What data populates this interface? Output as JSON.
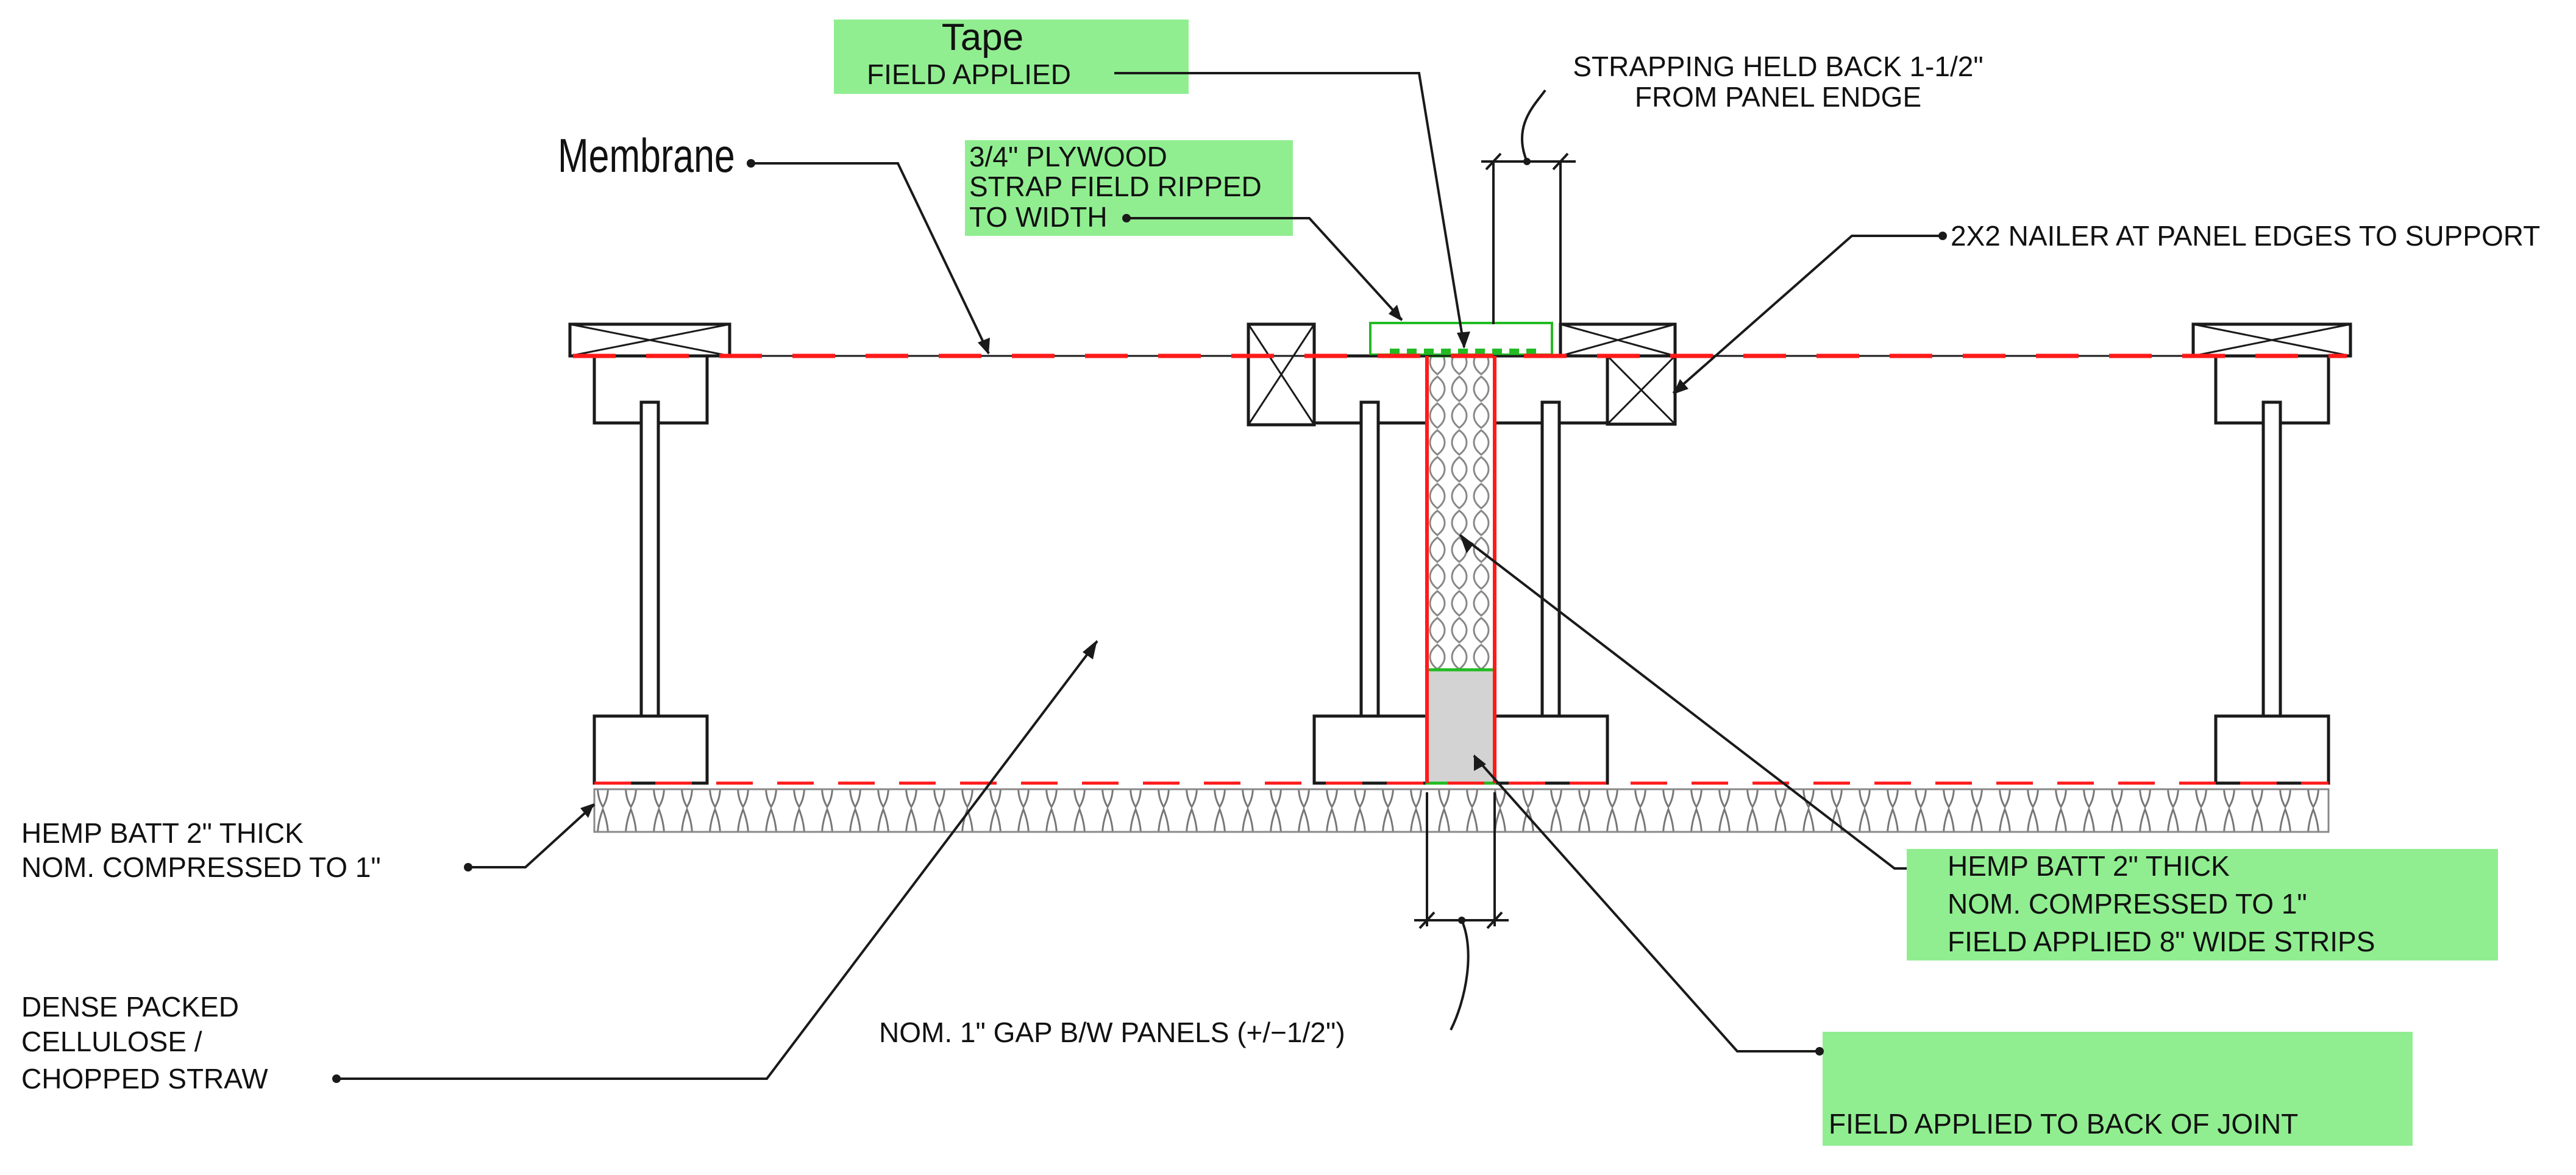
{
  "labels": {
    "tape_title": "Tape",
    "tape_sub": "FIELD APPLIED",
    "membrane": "Membrane",
    "plywood": [
      "3/4\" PLYWOOD",
      "STRAP FIELD RIPPED",
      "TO WIDTH"
    ],
    "strapping": [
      "STRAPPING HELD BACK 1-1/2\"",
      "FROM PANEL ENDGE"
    ],
    "nailer": "2X2 NAILER AT PANEL EDGES TO SUPPORT",
    "hemp_left": [
      "HEMP BATT 2\" THICK",
      "NOM. COMPRESSED TO 1\""
    ],
    "cellulose": [
      "DENSE PACKED",
      "CELLULOSE /",
      "CHOPPED STRAW"
    ],
    "gap": "NOM. 1\" GAP B/W PANELS (+/−1/2\")",
    "hemp_right": [
      "HEMP BATT 2\" THICK",
      "NOM. COMPRESSED TO 1\"",
      "FIELD APPLIED 8\" WIDE STRIPS"
    ],
    "back_joint": "FIELD APPLIED TO BACK OF JOINT"
  },
  "colors": {
    "highlight": "#90ee90",
    "membrane_red": "#ff1a1a",
    "outline_green": "#22bb22",
    "line": "#1a1a1a",
    "fill_grey": "#d3d3d3"
  }
}
